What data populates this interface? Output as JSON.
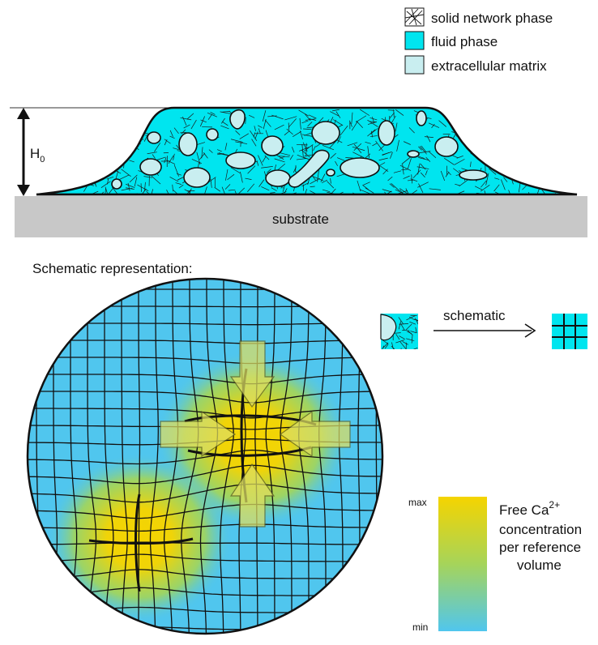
{
  "legend": {
    "items": [
      {
        "label": "solid network phase",
        "swatch": "hatch"
      },
      {
        "label": "fluid phase",
        "swatch": "#00e5ef"
      },
      {
        "label": "extracellular matrix",
        "swatch": "#c9eef0"
      }
    ]
  },
  "cross_section": {
    "height_symbol": "H",
    "height_subscript": "0",
    "substrate_label": "substrate",
    "fluid_color": "#00e5ef",
    "matrix_color": "#c9eef0",
    "substrate_color": "#c8c8c8"
  },
  "schematic": {
    "title": "Schematic representation:",
    "arrow_label": "schematic",
    "background_color": "#50c6ee",
    "hotspot_color": "#f5d400",
    "arrow_fill": "#dede62"
  },
  "colorbar": {
    "max_label": "max",
    "min_label": "min",
    "title_main": "Free Ca",
    "title_sup": "2+",
    "title_lines": [
      "concentration",
      "per reference",
      "volume"
    ],
    "top_color": "#f5d400",
    "bottom_color": "#50c6ee"
  }
}
